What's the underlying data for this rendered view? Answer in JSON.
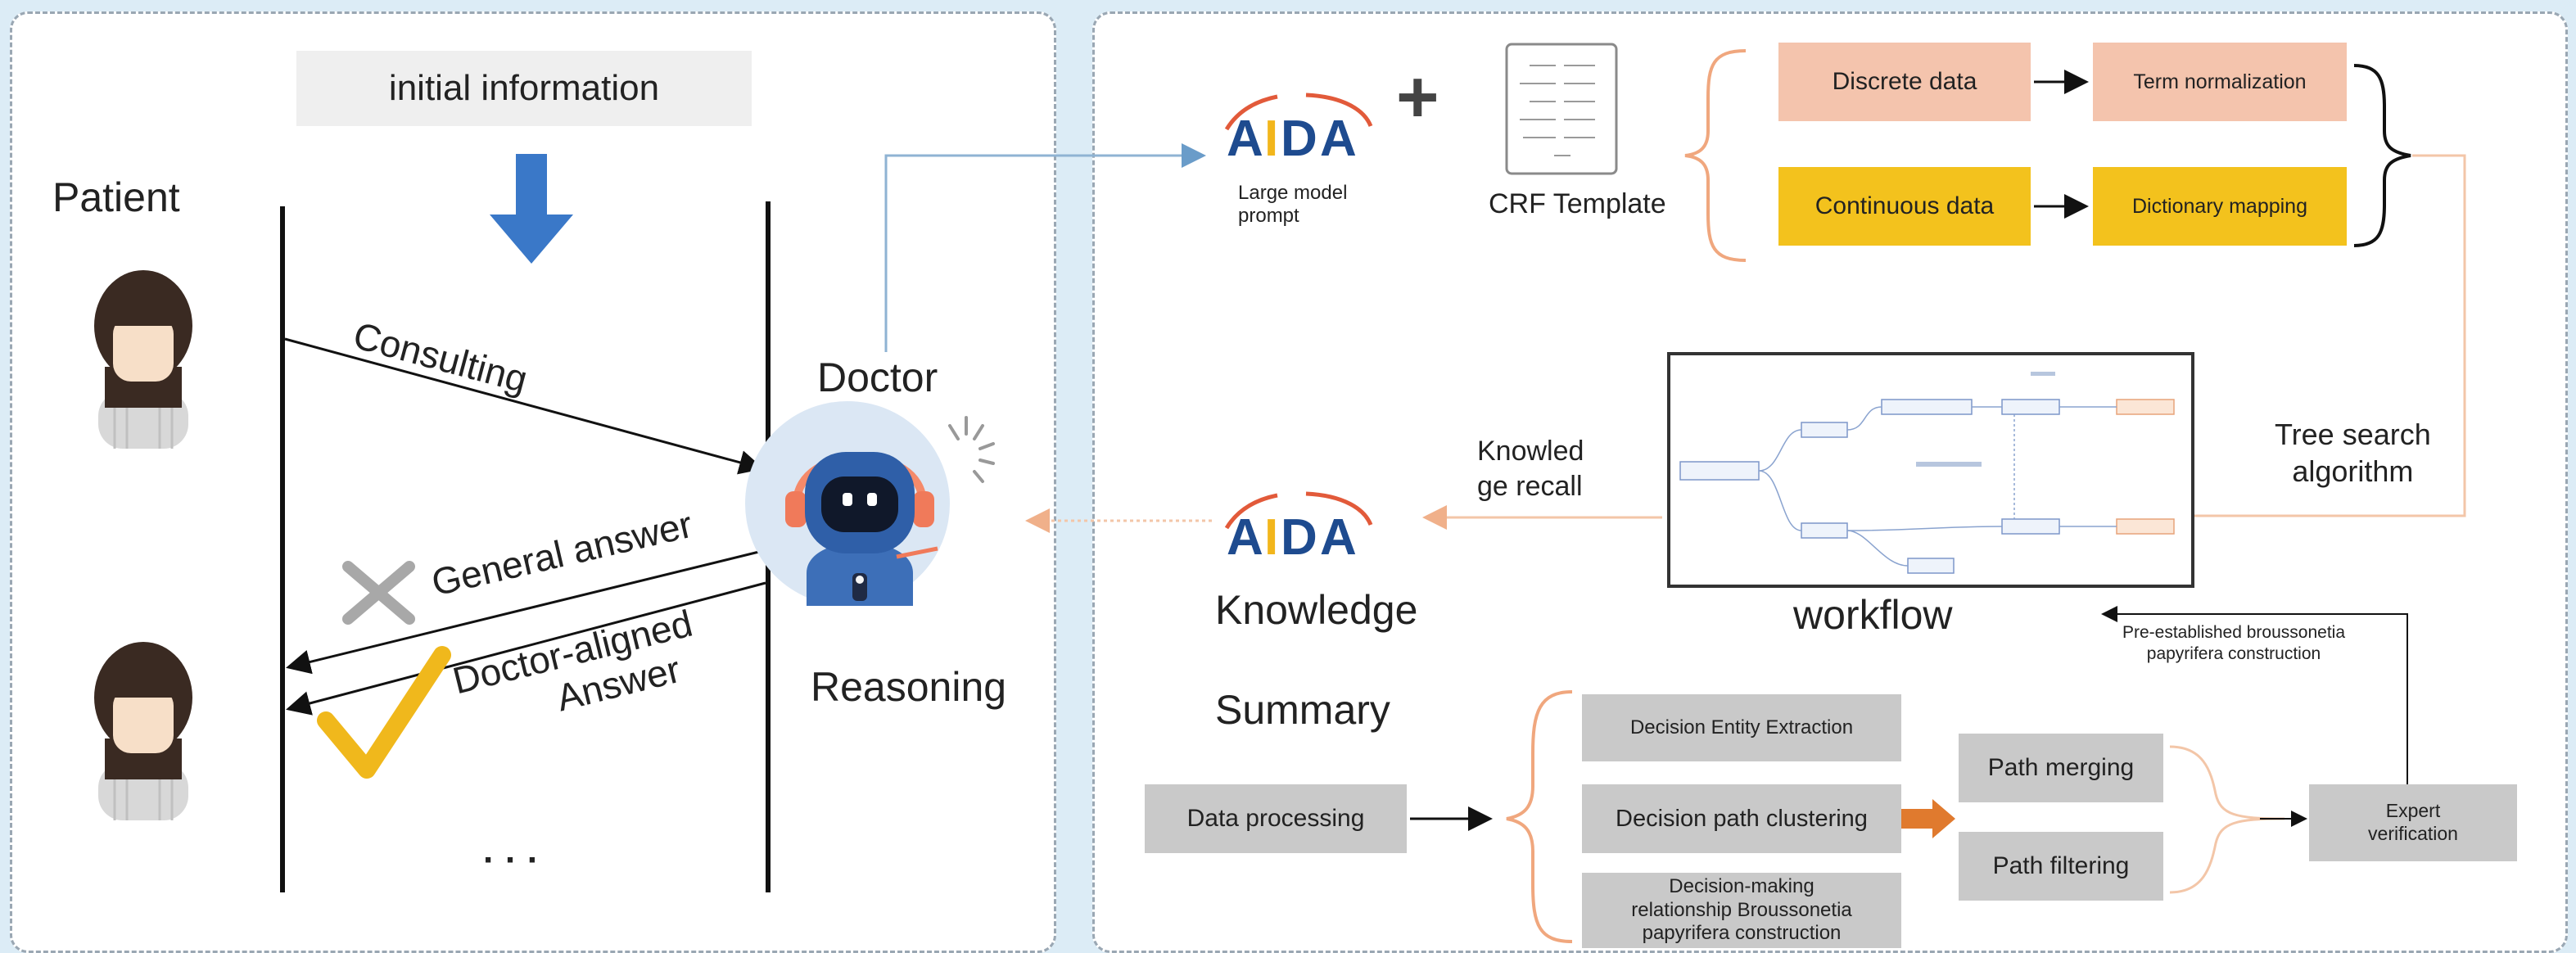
{
  "left": {
    "initial_info": "initial information",
    "patient": "Patient",
    "consulting": "Consulting",
    "general_answer": "General answer",
    "doctor_aligned_line1": "Doctor-aligned",
    "doctor_aligned_line2": "Answer",
    "ellipsis": "· · ·",
    "doctor": "Doctor",
    "reasoning": "Reasoning"
  },
  "right": {
    "large_model_prompt_line1": "Large model",
    "large_model_prompt_line2": "prompt",
    "crf_template": "CRF Template",
    "discrete_data": "Discrete data",
    "continuous_data": "Continuous data",
    "term_normalization": "Term normalization",
    "dictionary_mapping": "Dictionary mapping",
    "tree_search_line1": "Tree search",
    "tree_search_line2": "algorithm",
    "knowledge_recall_line1": "Knowled",
    "knowledge_recall_line2": "ge recall",
    "workflow": "workflow",
    "knowledge": "Knowledge",
    "summary": "Summary",
    "pre_established_line1": "Pre-established broussonetia",
    "pre_established_line2": "papyrifera construction",
    "data_processing": "Data processing",
    "decision_entity_extraction": "Decision Entity Extraction",
    "decision_path_clustering": "Decision path clustering",
    "decision_making_line1": "Decision-making",
    "decision_making_line2": "relationship Broussonetia",
    "decision_making_line3": "papyrifera construction",
    "path_merging": "Path merging",
    "path_filtering": "Path filtering",
    "expert_verification_line1": "Expert",
    "expert_verification_line2": "verification"
  },
  "colors": {
    "peach": "#f4c4ad",
    "gold": "#f3c21d",
    "grey_box": "#c9c9c9",
    "blue_arrow": "#3a78c8",
    "orange_arrow": "#e07a2e",
    "check": "#f0b81c"
  }
}
